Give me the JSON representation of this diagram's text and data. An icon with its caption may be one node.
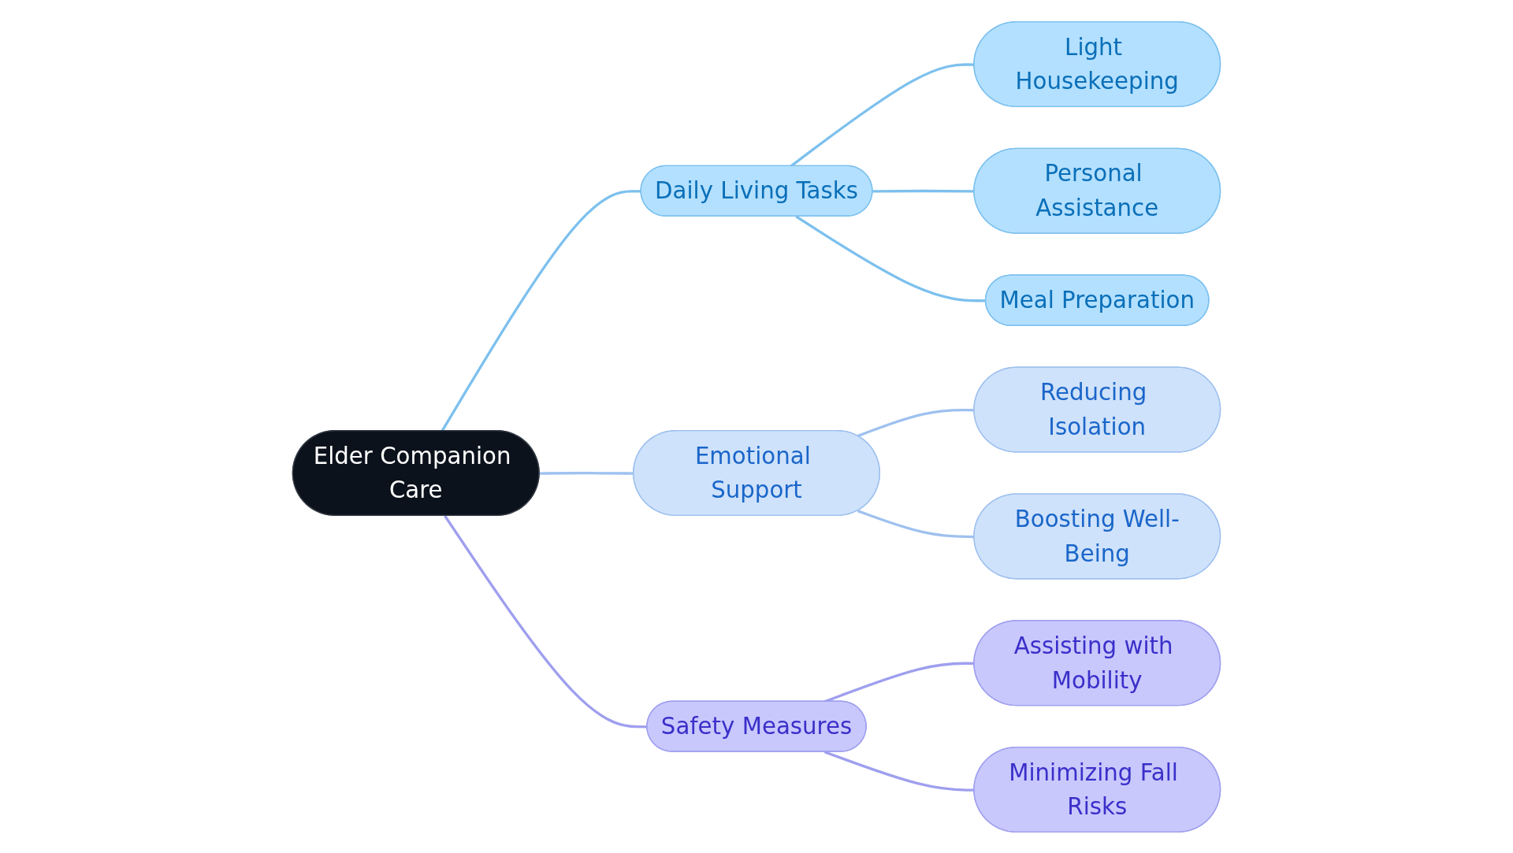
{
  "diagram": {
    "nodes": [
      {
        "text": [
          "Elder Companion Care"
        ]
      },
      {
        "text": [
          "Daily Living Tasks"
        ]
      },
      {
        "text": [
          "Light Housekeeping"
        ]
      },
      {
        "text": [
          "Personal Assistance"
        ]
      },
      {
        "text": [
          "Meal Preparation"
        ]
      },
      {
        "text": [
          "Emotional Support"
        ]
      },
      {
        "text": [
          "Reducing Isolation"
        ]
      },
      {
        "text": [
          "Boosting Well-Being"
        ]
      },
      {
        "text": [
          "Safety Measures"
        ]
      },
      {
        "text": [
          "Assisting with Mobility"
        ]
      },
      {
        "text": [
          "Minimizing Fall Risks"
        ]
      }
    ],
    "edges": [
      {
        "from": 0,
        "to": 1,
        "arrow": "none",
        "color": "#7cc0ee"
      },
      {
        "from": 1,
        "to": 2,
        "arrow": "none",
        "color": "#7cc0ee"
      },
      {
        "from": 1,
        "to": 3,
        "arrow": "none",
        "color": "#7cc0ee"
      },
      {
        "from": 1,
        "to": 4,
        "arrow": "none",
        "color": "#7cc0ee"
      },
      {
        "from": 0,
        "to": 5,
        "arrow": "none",
        "color": "#9ec1ef"
      },
      {
        "from": 5,
        "to": 6,
        "arrow": "none",
        "color": "#9ec1ef"
      },
      {
        "from": 5,
        "to": 7,
        "arrow": "none",
        "color": "#9ec1ef"
      },
      {
        "from": 0,
        "to": 8,
        "arrow": "none",
        "color": "#9f9fef"
      },
      {
        "from": 8,
        "to": 9,
        "arrow": "none",
        "color": "#9f9fef"
      },
      {
        "from": 8,
        "to": 10,
        "arrow": "none",
        "color": "#9f9fef"
      }
    ]
  }
}
